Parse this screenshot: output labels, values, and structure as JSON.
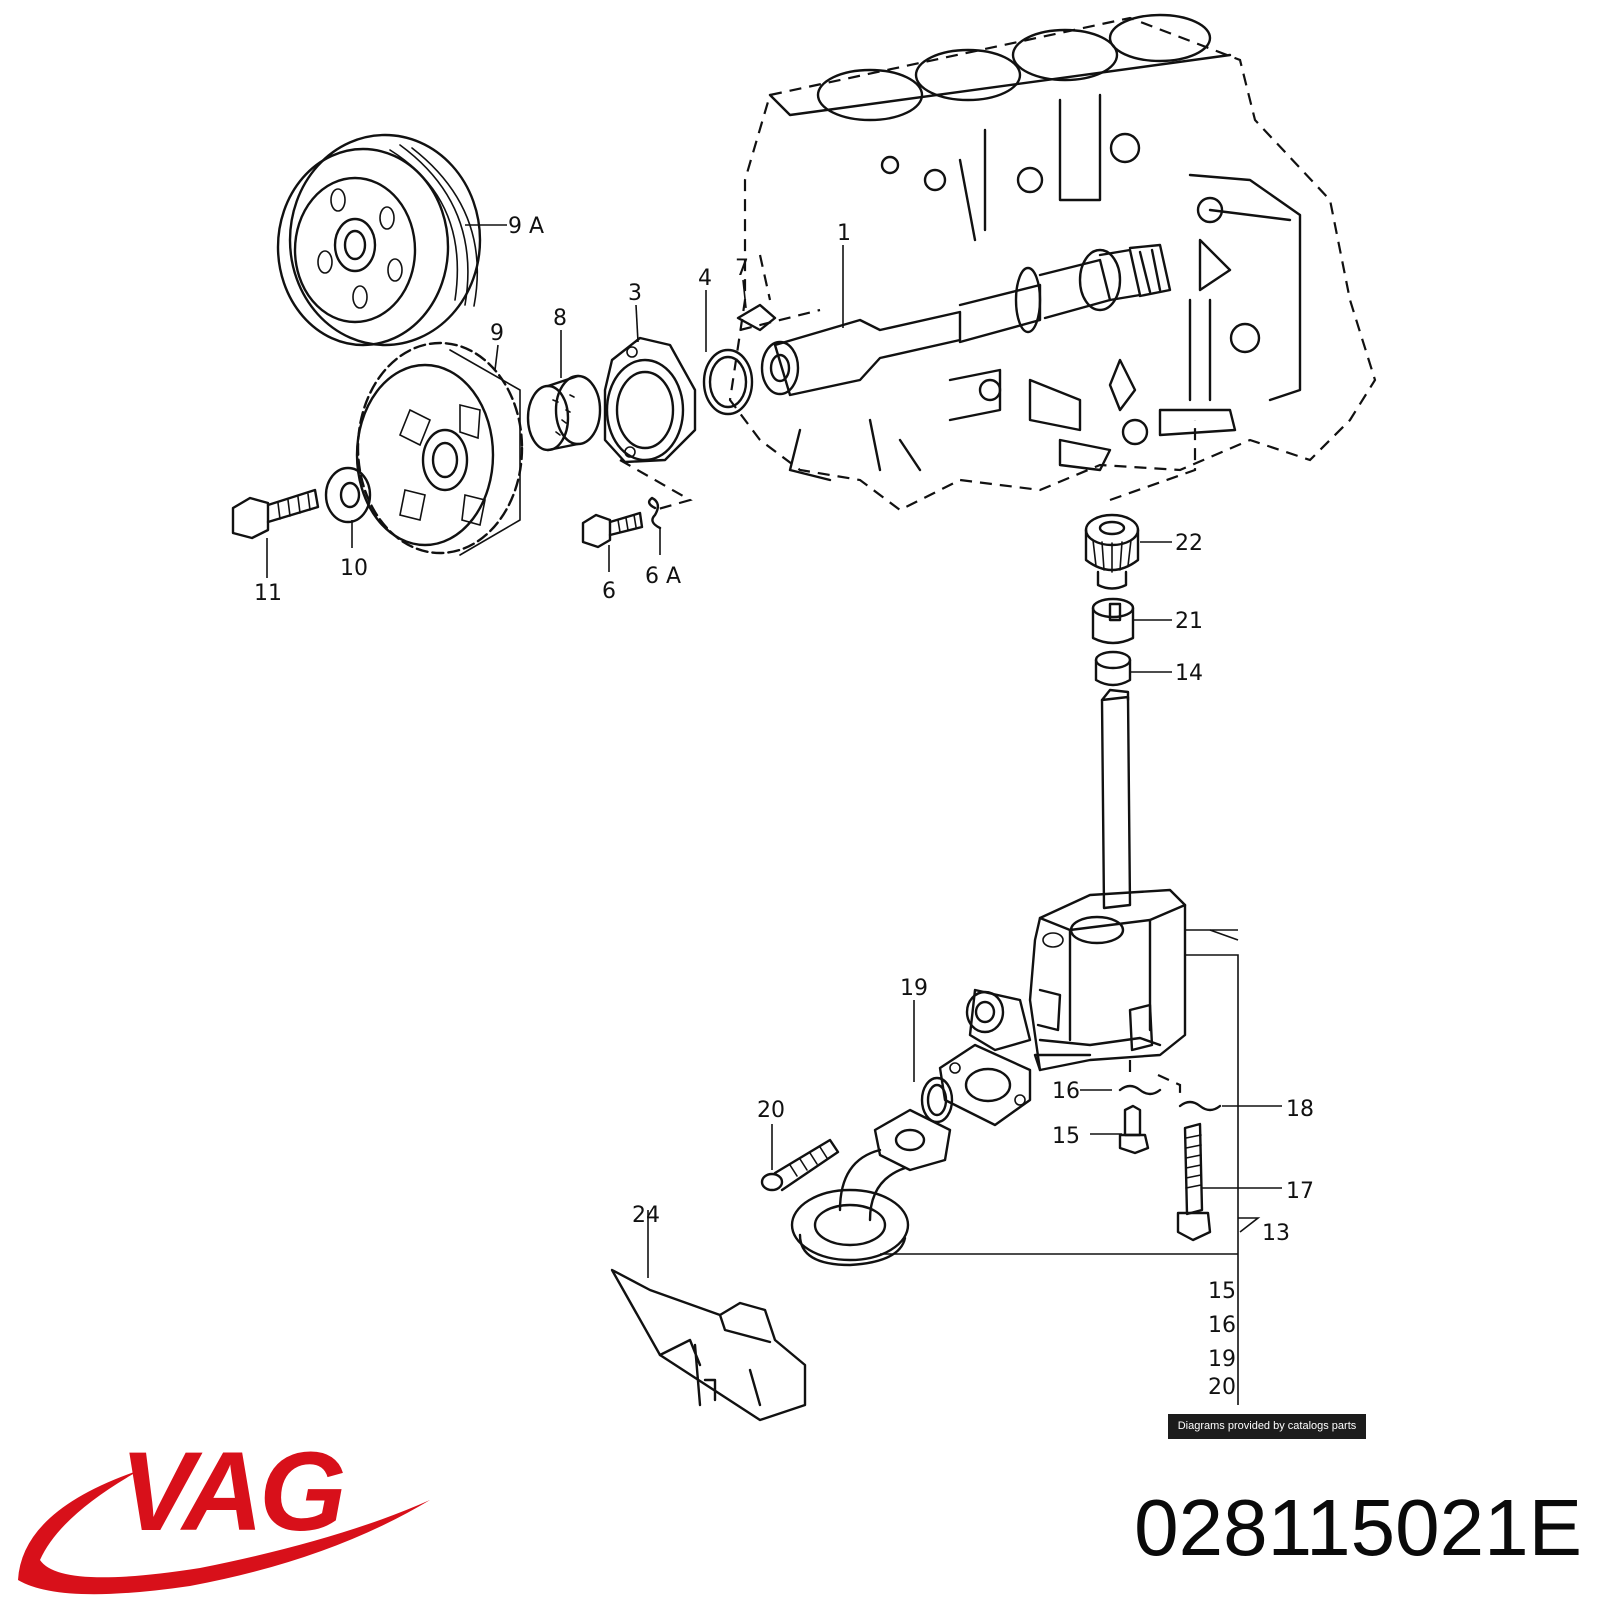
{
  "diagram": {
    "callouts": {
      "c1": "1",
      "c3": "3",
      "c4": "4",
      "c6": "6",
      "c6a": "6 A",
      "c7": "7",
      "c8": "8",
      "c9": "9",
      "c9a": "9 A",
      "c10": "10",
      "c11": "11",
      "c13": "13",
      "c14": "14",
      "c15": "15",
      "c16": "16",
      "c17": "17",
      "c18": "18",
      "c19": "19",
      "c20": "20",
      "c21": "21",
      "c22": "22",
      "c24": "24"
    },
    "kit_list": [
      "15",
      "16",
      "19",
      "20"
    ]
  },
  "credit": "Diagrams provided by catalogs parts",
  "brand": {
    "name": "VAG",
    "color": "#d8101a"
  },
  "part_number": "028115021E"
}
